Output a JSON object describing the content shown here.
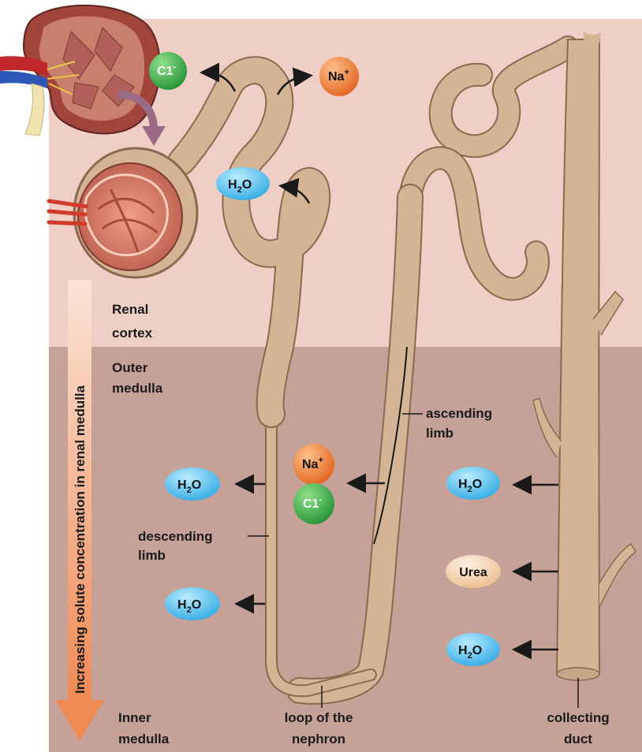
{
  "regions": {
    "cortex": {
      "name": "Renal",
      "name2": "cortex"
    },
    "outer_medulla": {
      "name": "Outer",
      "name2": "medulla"
    },
    "inner_medulla": {
      "name": "Inner",
      "name2": "medulla"
    }
  },
  "gradient_label": "Increasing solute concentration in renal medulla",
  "structures": {
    "descending": {
      "line1": "descending",
      "line2": "limb"
    },
    "ascending": {
      "line1": "ascending",
      "line2": "limb"
    },
    "loop": {
      "line1": "loop of the",
      "line2": "nephron"
    },
    "collecting": {
      "line1": "collecting",
      "line2": "duct"
    }
  },
  "ions": {
    "cl_top": {
      "base": "C1",
      "sup": "-"
    },
    "na_top": {
      "base": "Na",
      "sup": "+"
    },
    "h2o_cortex": {
      "base": "H",
      "sub": "2",
      "tail": "O"
    },
    "na_mid": {
      "base": "Na",
      "sup": "+"
    },
    "cl_mid": {
      "base": "C1",
      "sup": "-"
    },
    "h2o_desc_1": {
      "base": "H",
      "sub": "2",
      "tail": "O"
    },
    "h2o_desc_2": {
      "base": "H",
      "sub": "2",
      "tail": "O"
    },
    "h2o_duct_1": {
      "base": "H",
      "sub": "2",
      "tail": "O"
    },
    "urea": {
      "base": "Urea"
    },
    "h2o_duct_2": {
      "base": "H",
      "sub": "2",
      "tail": "O"
    }
  },
  "colors": {
    "cortex_bg": "#efcfc5",
    "medulla_bg": "#c5a198",
    "tubule": "#d4b494",
    "tubule_edge": "#8a6a4e",
    "chloride": "#2faa44",
    "sodium": "#ee7522",
    "water": "#3cb4ea",
    "urea": "#f2cfa6",
    "gradient_arrow": "#f2a074"
  }
}
